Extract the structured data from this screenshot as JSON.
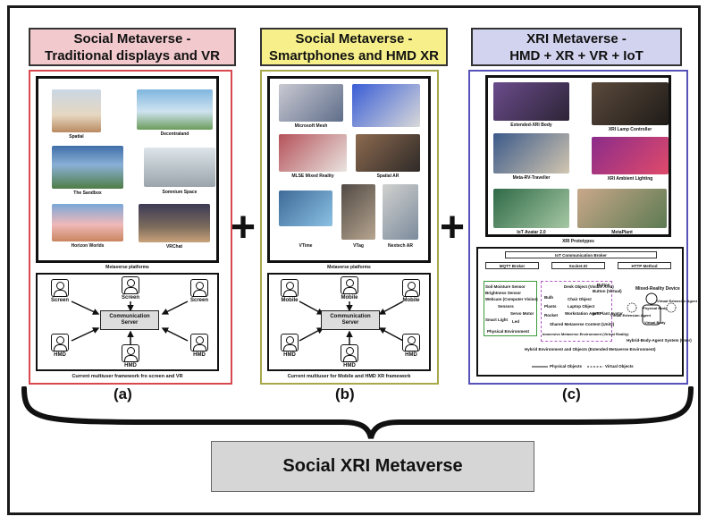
{
  "header_a": {
    "line1": "Social Metaverse -",
    "line2": "Traditional displays and VR",
    "color": "#f2c9cd"
  },
  "header_b": {
    "line1": "Social Metaverse -",
    "line2": "Smartphones and HMD XR",
    "color": "#f7f08a"
  },
  "header_c": {
    "line1": "XRI Metaverse -",
    "line2": "HMD + XR + VR + IoT",
    "color": "#d2d4ef"
  },
  "col_a": {
    "platforms": [
      "Spatial",
      "Decentraland",
      "The Sandbox",
      "Somnium Space",
      "Horizon Worlds",
      "VRChat"
    ],
    "platforms_title": "Metaverse platforms",
    "server_label": "Communication Server",
    "nodes": [
      "Screen",
      "Screen",
      "Screen",
      "HMD",
      "HMD",
      "HMD"
    ],
    "framework_caption": "Current multiuser framework fro screen and VR",
    "letter": "(a)"
  },
  "col_b": {
    "platforms": [
      "Microsoft Mesh",
      "MLSE Mixed Reality",
      "Spatial AR",
      "VTime",
      "VTag",
      "Nextech AR"
    ],
    "platforms_title": "Metaverse platforms",
    "server_label": "Communication Server",
    "nodes": [
      "Mobile",
      "Mobile",
      "Mobile",
      "HMD",
      "HMD",
      "HMD"
    ],
    "framework_caption": "Current multiuser for Mobile and HMD XR framework",
    "letter": "(b)"
  },
  "col_c": {
    "prototypes": [
      "Extended-XRI Body",
      "XRI Lamp Controller",
      "Meta-RV-Traveller",
      "XRI Ambient Lighting",
      "IoT Avatar 2.0",
      "MetaPlant"
    ],
    "prototypes_title": "XRI Prototypes",
    "broker": "IoT Communication Broker",
    "protocols": [
      "MQTT Broker",
      "Socket.IO",
      "HTTP Method"
    ],
    "sensors_group": [
      "Soil Moisture Sensor",
      "Brightness Sensor",
      "Webcam (Computer Vision)",
      "Sensors",
      "Servo Motor",
      "Smart Light",
      "Led",
      "Physical Environment"
    ],
    "objects": [
      "Desk Object (Visible Area)",
      "Button",
      "Button (Virtual)",
      "Bulb",
      "Chair Object",
      "Plants",
      "Laptop Object",
      "Rocket",
      "Workstation Agent",
      "IoT Plant Avatar",
      "Shared Metaverse Content (Unity)"
    ],
    "immersive_label": "Immersive Metaverse Environment (Virtual Reality)",
    "hybrid_label": "Hybrid Environment and Objects (Extended Metaverse Environment)",
    "mixed_device": "Mixed-Reality Device",
    "agent_labels": [
      "Virtual Extension Agent",
      "Virtual Extension Agent",
      "Physical Body",
      "Virtual Body"
    ],
    "agent_system": "Hybrid-Body-Agent System (User)",
    "legend_physical": "Physical Objects",
    "legend_virtual": "Virtual Objects",
    "letter": "(c)"
  },
  "plus_symbol": "+",
  "final_label": "Social XRI Metaverse"
}
